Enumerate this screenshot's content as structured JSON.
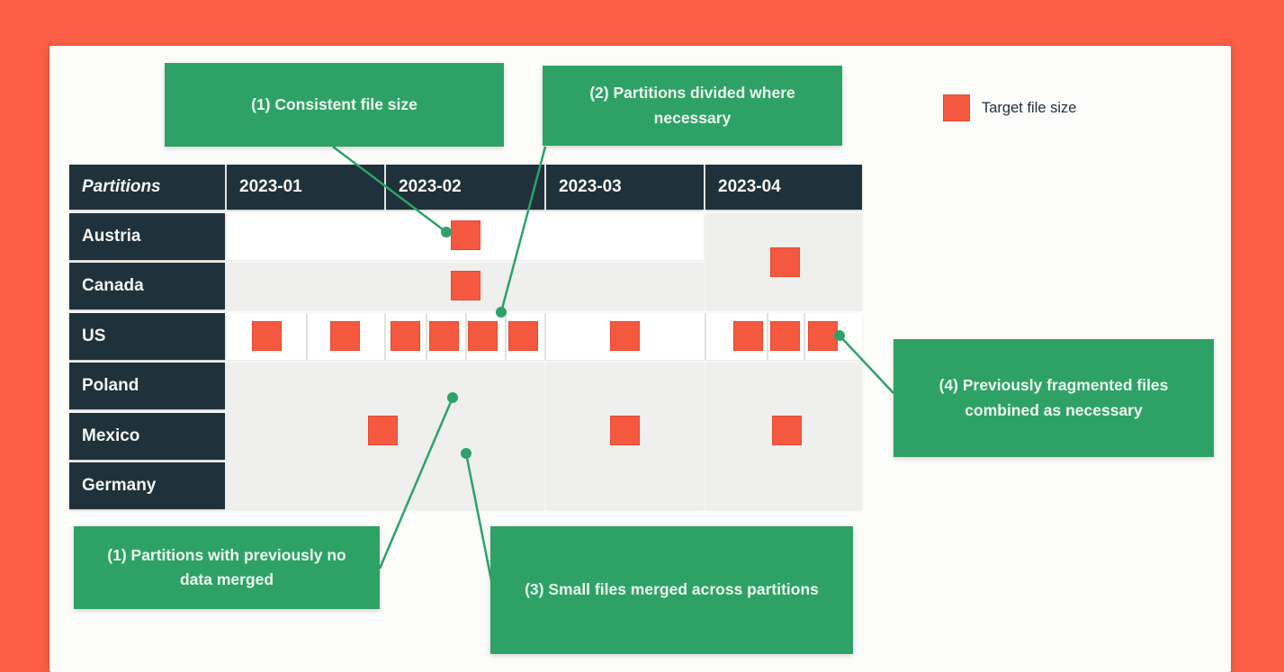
{
  "legend": {
    "label": "Target file size"
  },
  "table": {
    "header": {
      "partitions_label": "Partitions",
      "months": [
        "2023-01",
        "2023-02",
        "2023-03",
        "2023-04"
      ]
    },
    "rows": [
      "Austria",
      "Canada",
      "US",
      "Poland",
      "Mexico",
      "Germany"
    ]
  },
  "callouts": [
    {
      "id": "callout-1-top",
      "text": "(1) Consistent file size"
    },
    {
      "id": "callout-2",
      "text": "(2) Partitions divided where necessary"
    },
    {
      "id": "callout-4",
      "text": "(4) Previously fragmented files combined as necessary"
    },
    {
      "id": "callout-1-bottom",
      "text": "(1) Partitions with previously no data merged"
    },
    {
      "id": "callout-3",
      "text": "(3) Small files merged across partitions"
    }
  ],
  "file_counts": {
    "unit": "orange squares = files at target size",
    "cells": [
      {
        "partition": "Austria",
        "month": "2023-02",
        "count": 1
      },
      {
        "partition": "Austria+Canada (merged cell)",
        "month": "2023-04",
        "count": 1
      },
      {
        "partition": "Canada",
        "month": "2023-02",
        "count": 1
      },
      {
        "partition": "US",
        "month": "2023-01",
        "count": 2
      },
      {
        "partition": "US",
        "month": "2023-02",
        "count": 4
      },
      {
        "partition": "US",
        "month": "2023-03",
        "count": 1
      },
      {
        "partition": "US",
        "month": "2023-04",
        "count": 3
      },
      {
        "partition": "Poland+Mexico+Germany (merged cell)",
        "month": "2023-01+2023-02",
        "count": 1
      },
      {
        "partition": "Poland+Mexico+Germany (merged cell)",
        "month": "2023-03",
        "count": 1
      },
      {
        "partition": "Poland+Mexico+Germany (merged cell)",
        "month": "2023-04",
        "count": 1
      }
    ]
  },
  "colors": {
    "background_orange": "#FC5F45",
    "card_white": "#FCFCFA",
    "header_navy": "#1F313A",
    "cell_grey": "#EFEFED",
    "file_square_orange": "#F4583E",
    "callout_green": "#2EA266",
    "connector_green": "#2CA26A"
  }
}
